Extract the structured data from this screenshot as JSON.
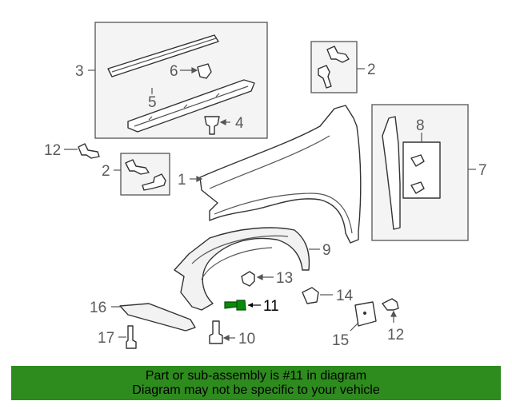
{
  "callouts": {
    "c1": "1",
    "c2a": "2",
    "c2b": "2",
    "c3": "3",
    "c4": "4",
    "c5": "5",
    "c6": "6",
    "c7": "7",
    "c8": "8",
    "c9": "9",
    "c10": "10",
    "c11": "11",
    "c12a": "12",
    "c12b": "12",
    "c13": "13",
    "c14": "14",
    "c15": "15",
    "c16": "16",
    "c17": "17"
  },
  "highlight_part": "11",
  "colors": {
    "banner_bg": "#2e8b1e",
    "highlight_part": "#0a8a0a",
    "line": "#555555"
  },
  "banner": {
    "line1": "Part or sub-assembly is #11 in diagram",
    "line2": "Diagram may not be specific to your vehicle"
  }
}
